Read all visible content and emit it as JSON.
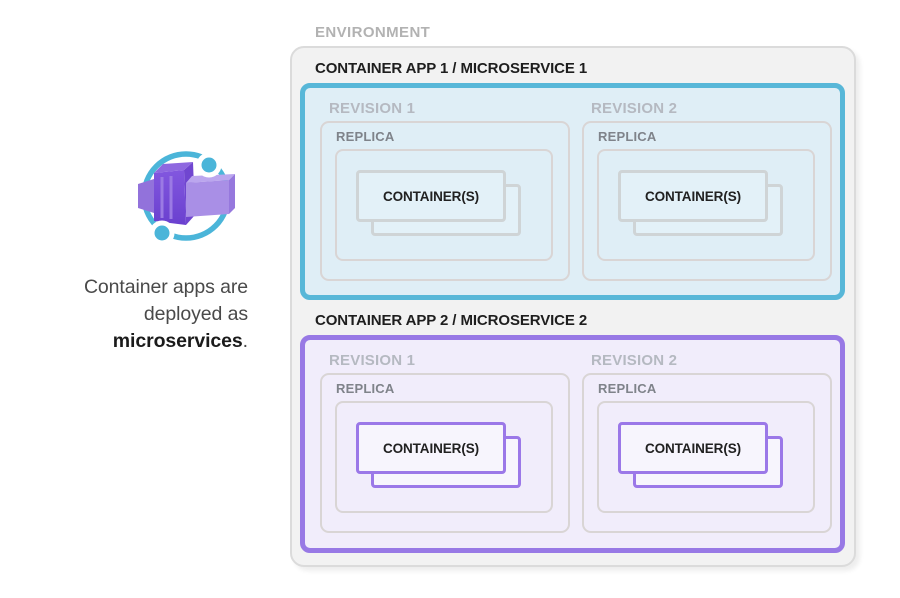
{
  "left_panel": {
    "icon": {
      "name": "azure-container-apps-icon",
      "ring_color": "#4bb5d9",
      "cube_color": "#7a50d8"
    },
    "caption": {
      "line1": "Container apps are",
      "line2": "deployed as",
      "emphasis": "microservices",
      "suffix": "."
    }
  },
  "environment": {
    "label": "ENVIRONMENT",
    "fill": "#f2f2f2",
    "border": "#dbdbdb",
    "apps": [
      {
        "title": "CONTAINER APP 1 / MICROSERVICE 1",
        "accent": "#58b7d8",
        "fill": "#dfeef6",
        "container_border": "#cfd4d6",
        "revisions": [
          {
            "label": "REVISION 1",
            "replica": {
              "label": "REPLICA",
              "containers": {
                "label": "CONTAINER(S)"
              }
            }
          },
          {
            "label": "REVISION 2",
            "replica": {
              "label": "REPLICA",
              "containers": {
                "label": "CONTAINER(S)"
              }
            }
          }
        ]
      },
      {
        "title": "CONTAINER APP 2 / MICROSERVICE 2",
        "accent": "#9879e5",
        "fill": "#f1edfb",
        "container_border": "#9b78e8",
        "revisions": [
          {
            "label": "REVISION 1",
            "replica": {
              "label": "REPLICA",
              "containers": {
                "label": "CONTAINER(S)"
              }
            }
          },
          {
            "label": "REVISION 2",
            "replica": {
              "label": "REPLICA",
              "containers": {
                "label": "CONTAINER(S)"
              }
            }
          }
        ]
      }
    ]
  }
}
